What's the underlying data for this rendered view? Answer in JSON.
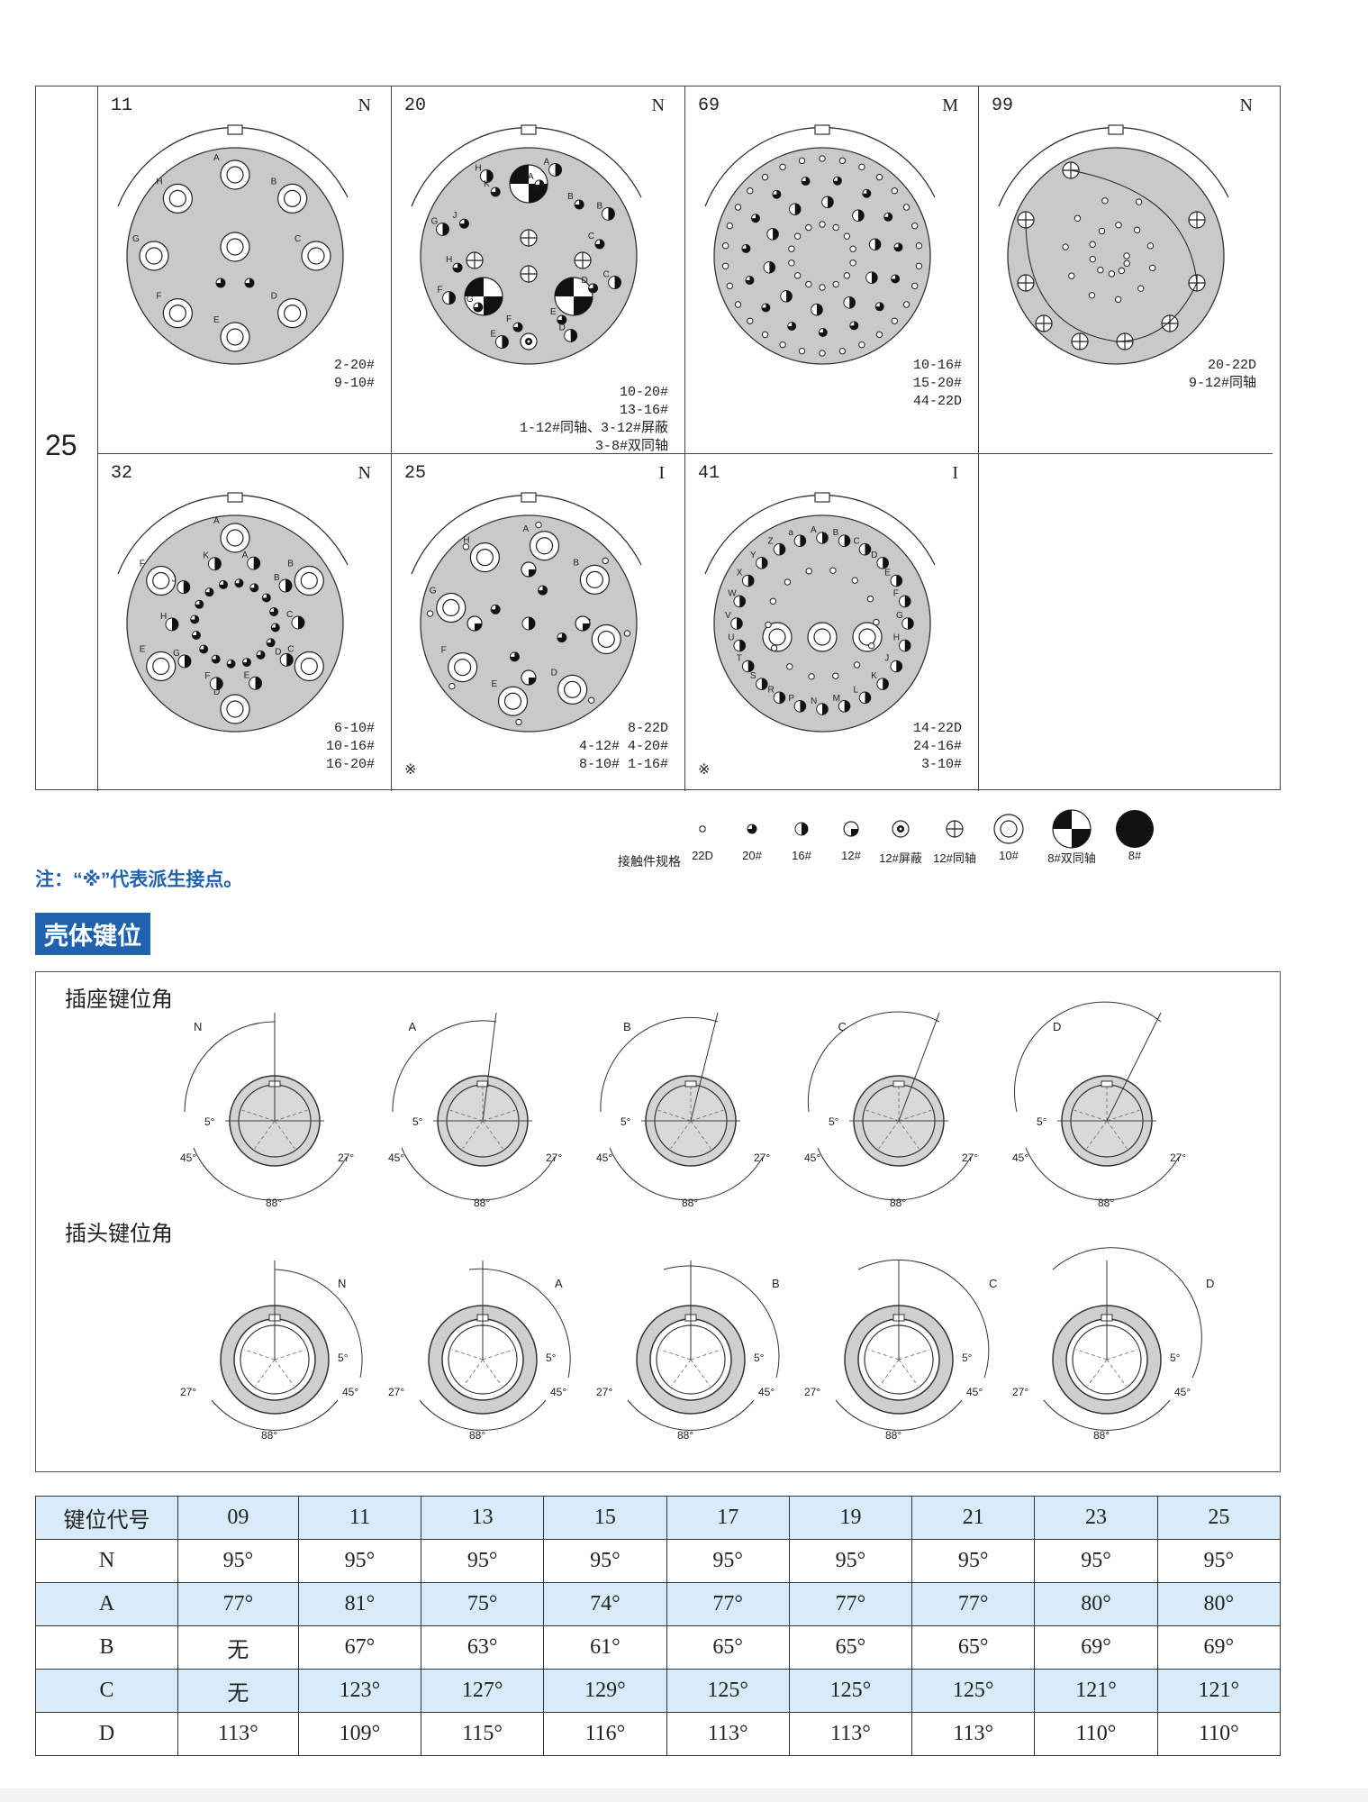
{
  "shell_size": "25",
  "arrangements": [
    {
      "code": "11",
      "keying": "N",
      "spec": [
        "2-20#",
        "9-10#"
      ],
      "derived": ""
    },
    {
      "code": "20",
      "keying": "N",
      "spec": [
        "10-20#",
        "13-16#",
        "1-12#同轴、3-12#屏蔽",
        "3-8#双同轴"
      ],
      "derived": ""
    },
    {
      "code": "69",
      "keying": "M",
      "spec": [
        "10-16#",
        "15-20#",
        "44-22D"
      ],
      "derived": ""
    },
    {
      "code": "99",
      "keying": "N",
      "spec": [
        "20-22D",
        "9-12#同轴"
      ],
      "derived": ""
    },
    {
      "code": "32",
      "keying": "N",
      "spec": [
        "6-10#",
        "10-16#",
        "16-20#"
      ],
      "derived": ""
    },
    {
      "code": "25",
      "keying": "I",
      "spec": [
        "8-22D",
        "4-12#  4-20#",
        "8-10#  1-16#"
      ],
      "derived": "※"
    },
    {
      "code": "41",
      "keying": "I",
      "spec": [
        "14-22D",
        "24-16#",
        "3-10#"
      ],
      "derived": "※"
    }
  ],
  "legend": {
    "title": "接触件规格",
    "items": [
      "22D",
      "20#",
      "16#",
      "12#",
      "12#屏蔽",
      "12#同轴",
      "10#",
      "8#双同轴",
      "8#"
    ]
  },
  "note": "注：“※”代表派生接点。",
  "section_title": "壳体键位",
  "receptacle_title": "插座键位角",
  "plug_title": "插头键位角",
  "key_diagram": {
    "keys": [
      "N",
      "A",
      "B",
      "C",
      "D"
    ],
    "angle_5": "5°",
    "angle_45": "45°",
    "angle_27": "27°",
    "angle_88": "88°"
  },
  "table": {
    "header_label": "键位代号",
    "columns": [
      "09",
      "11",
      "13",
      "15",
      "17",
      "19",
      "21",
      "23",
      "25"
    ],
    "rows": [
      {
        "key": "N",
        "values": [
          "95°",
          "95°",
          "95°",
          "95°",
          "95°",
          "95°",
          "95°",
          "95°",
          "95°"
        ]
      },
      {
        "key": "A",
        "values": [
          "77°",
          "81°",
          "75°",
          "74°",
          "77°",
          "77°",
          "77°",
          "80°",
          "80°"
        ]
      },
      {
        "key": "B",
        "values": [
          "无",
          "67°",
          "63°",
          "61°",
          "65°",
          "65°",
          "65°",
          "69°",
          "69°"
        ]
      },
      {
        "key": "C",
        "values": [
          "无",
          "123°",
          "127°",
          "129°",
          "125°",
          "125°",
          "125°",
          "121°",
          "121°"
        ]
      },
      {
        "key": "D",
        "values": [
          "113°",
          "109°",
          "115°",
          "116°",
          "113°",
          "113°",
          "113°",
          "110°",
          "110°"
        ]
      }
    ]
  },
  "colors": {
    "blue_accent": "#1f62b0",
    "table_highlight": "#d7ebf8",
    "face_gray": "#c9c9c9"
  }
}
